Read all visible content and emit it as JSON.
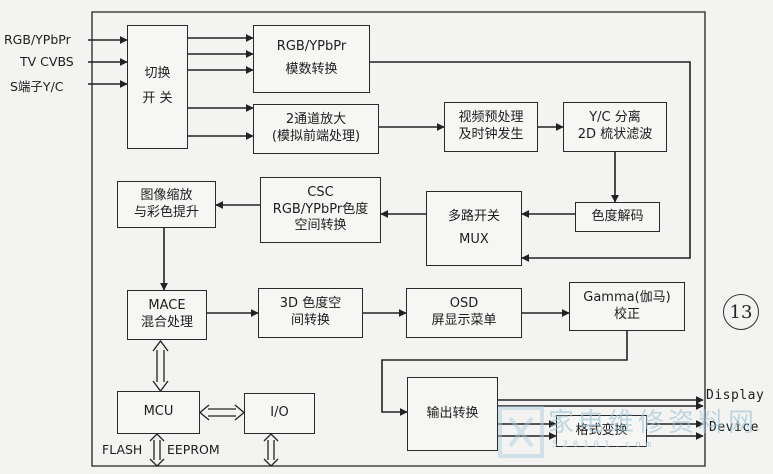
{
  "inputs": {
    "rgb": "RGB/YPbPr",
    "tv": "TV  CVBS",
    "sy": "S端子Y/C"
  },
  "blocks": {
    "switch": {
      "l1": "切换",
      "l2": "开 关"
    },
    "adc": {
      "l1": "RGB/YPbPr",
      "l2": "模数转换"
    },
    "amp": {
      "l1": "2通道放大",
      "l2": "(模拟前端处理)"
    },
    "preproc": {
      "l1": "视频预处理",
      "l2": "及时钟发生"
    },
    "yc": {
      "l1": "Y/C 分离",
      "l2": "2D 梳状滤波"
    },
    "decode": {
      "l1": "色度解码"
    },
    "mux": {
      "l1": "多路开关",
      "l2": "MUX"
    },
    "csc": {
      "l1": "CSC",
      "l2": "RGB/YPbPr色度",
      "l3": "空间转换"
    },
    "scale": {
      "l1": "图像缩放",
      "l2": "与彩色提升"
    },
    "mace": {
      "l1": "MACE",
      "l2": "混合处理"
    },
    "cs3d": {
      "l1": "3D 色度空",
      "l2": "间转换"
    },
    "osd": {
      "l1": "OSD",
      "l2": "屏显示菜单"
    },
    "gamma": {
      "l1": "Gamma(伽马)",
      "l2": "校正"
    },
    "mcu": {
      "l1": "MCU"
    },
    "io": {
      "l1": "I/O"
    },
    "output": {
      "l1": "输出转换"
    },
    "format": {
      "l1": "格式变换"
    }
  },
  "labels": {
    "flash": "FLASH",
    "eeprom": "EEPROM",
    "display": "Display",
    "device": "Device"
  },
  "figure_number": "13",
  "watermark": {
    "text": "家电维修资料网",
    "sub": "520101.com"
  }
}
